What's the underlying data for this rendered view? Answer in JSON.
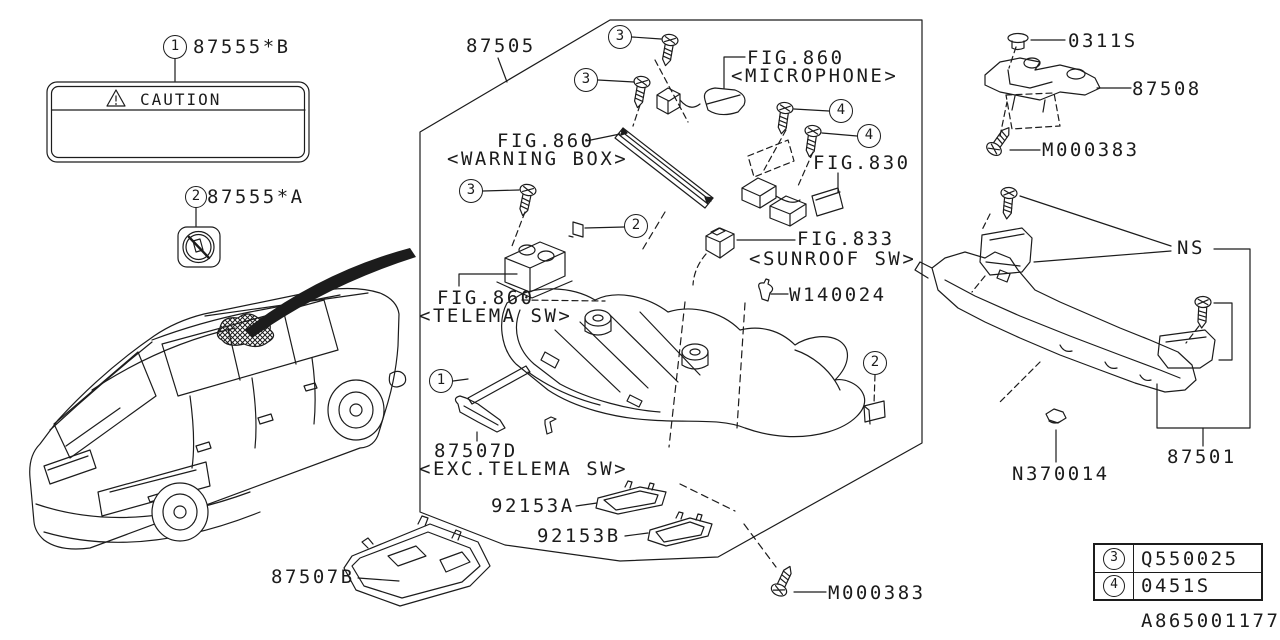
{
  "colors": {
    "ink": "#1c1c1c",
    "background": "#ffffff"
  },
  "callouts": {
    "one": "1",
    "two": "2",
    "three": "3",
    "four": "4"
  },
  "caution_label": {
    "callout": "1",
    "part_no": "87555*B",
    "box_title": "CAUTION"
  },
  "notice_label": {
    "callout": "2",
    "part_no": "87555*A"
  },
  "parts": {
    "console": "87505",
    "microphone_fig": "FIG.860",
    "microphone_name": "<MICROPHONE>",
    "warning_box_fig": "FIG.860",
    "warning_box_name": "<WARNING BOX>",
    "fig830": "FIG.830",
    "sunroof_fig": "FIG.833",
    "sunroof_name": "<SUNROOF SW>",
    "clip_w": "W140024",
    "telema_fig": "FIG.860",
    "telema_name": "<TELEMA SW>",
    "bracket_d": "87507D",
    "bracket_d_note": "<EXC.TELEMA SW>",
    "lens_a": "92153A",
    "lens_b": "92153B",
    "screw_bottom": "M000383",
    "grommet": "0311S",
    "roof_bracket": "87508",
    "screw_right": "M000383",
    "ns": "NS",
    "nut": "N370014",
    "rail": "87501",
    "bracket_b": "87507B"
  },
  "legend": {
    "rows": [
      {
        "callout": "3",
        "part_no": "Q550025"
      },
      {
        "callout": "4",
        "part_no": "0451S"
      }
    ]
  },
  "drawing_number": "A865001177"
}
